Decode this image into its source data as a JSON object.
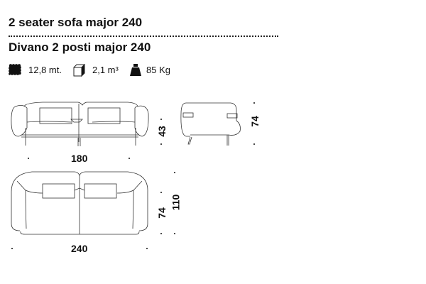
{
  "title_en": "2 seater sofa major 240",
  "title_it": "Divano 2 posti major 240",
  "specs": {
    "fabric": {
      "icon": "fabric-swatch-icon",
      "value": "12,8 mt."
    },
    "volume": {
      "icon": "cube-icon",
      "value": "2,1 m³"
    },
    "weight": {
      "icon": "weight-icon",
      "value": "85 Kg"
    }
  },
  "dimensions": {
    "front_width": "180",
    "seat_height": "43",
    "total_height": "74",
    "top_depth_seat": "74",
    "top_depth": "110",
    "top_width": "240"
  }
}
